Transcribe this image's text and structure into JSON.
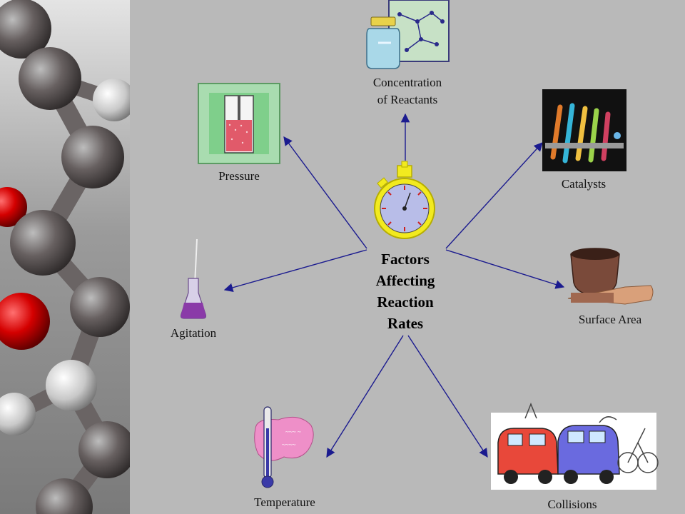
{
  "center": {
    "lines": [
      "Factors",
      "Affecting",
      "Reaction",
      "Rates"
    ]
  },
  "factors": [
    {
      "id": "concentration",
      "label_lines": [
        "Concentration",
        "of Reactants"
      ],
      "icon": "flask-and-molecule-icon"
    },
    {
      "id": "pressure",
      "label_lines": [
        "Pressure"
      ],
      "icon": "pressure-cylinder-icon"
    },
    {
      "id": "catalysts",
      "label_lines": [
        "Catalysts"
      ],
      "icon": "test-tubes-icon"
    },
    {
      "id": "agitation",
      "label_lines": [
        "Agitation"
      ],
      "icon": "stirred-flask-icon"
    },
    {
      "id": "surface-area",
      "label_lines": [
        "Surface Area"
      ],
      "icon": "mortar-and-pestle-icon"
    },
    {
      "id": "temperature",
      "label_lines": [
        "Temperature"
      ],
      "icon": "thermometer-icon"
    },
    {
      "id": "collisions",
      "label_lines": [
        "Collisions"
      ],
      "icon": "colliding-cars-icon"
    }
  ],
  "colors": {
    "background": "#b9b9b9",
    "arrow": "#1b1b8f",
    "stopwatch": "#f2ea1f"
  }
}
